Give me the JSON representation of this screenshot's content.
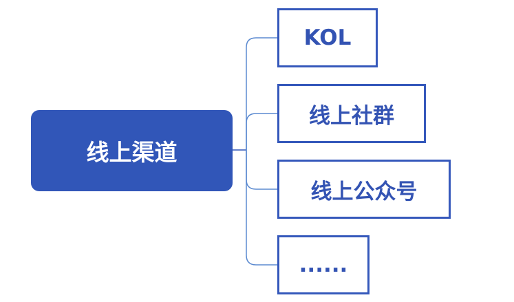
{
  "root": {
    "label": "线上渠道"
  },
  "children": [
    {
      "label": "KOL"
    },
    {
      "label": "线上社群"
    },
    {
      "label": "线上公众号"
    },
    {
      "label": "......"
    }
  ],
  "colors": {
    "root_fill": "#3156b8",
    "child_border": "#3558bb",
    "connector": "#5b8ad0"
  }
}
